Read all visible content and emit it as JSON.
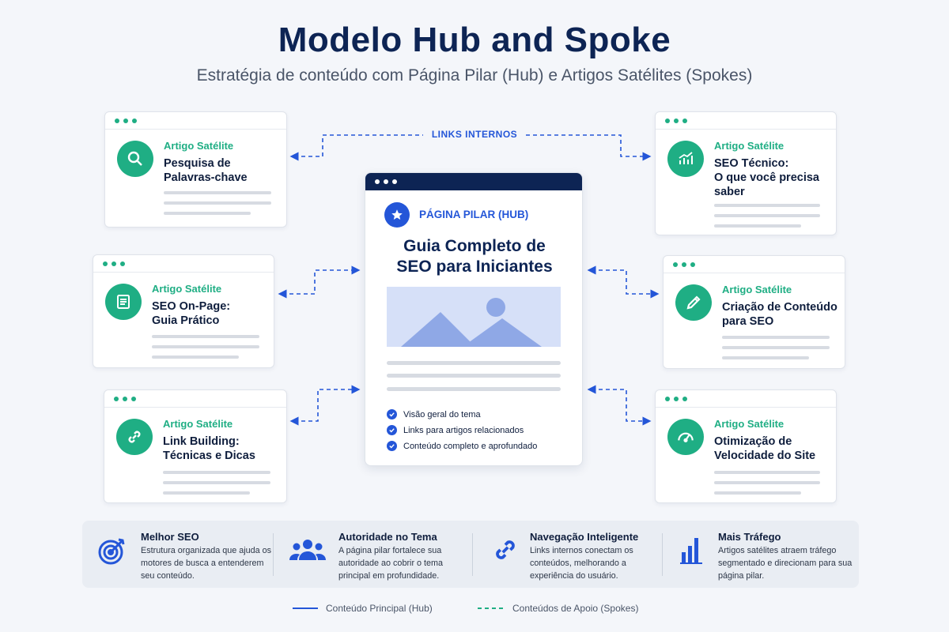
{
  "header": {
    "title": "Modelo Hub and Spoke",
    "subtitle": "Estratégia de conteúdo com Página Pilar (Hub) e Artigos Satélites (Spokes)"
  },
  "connector_label": "LINKS INTERNOS",
  "hub": {
    "tag": "PÁGINA PILAR (HUB)",
    "title_line1": "Guia Completo de",
    "title_line2": "SEO para Iniciantes",
    "checklist": [
      "Visão geral do tema",
      "Links para artigos relacionados",
      "Conteúdo completo e aprofundado"
    ]
  },
  "satellites": [
    {
      "tag": "Artigo Satélite",
      "line1": "Pesquisa de",
      "line2": "Palavras-chave",
      "line3": "",
      "icon": "search-icon"
    },
    {
      "tag": "Artigo Satélite",
      "line1": "SEO On-Page:",
      "line2": "Guia Prático",
      "line3": "",
      "icon": "document-icon"
    },
    {
      "tag": "Artigo Satélite",
      "line1": "Link Building:",
      "line2": "Técnicas e Dicas",
      "line3": "",
      "icon": "link-icon"
    },
    {
      "tag": "Artigo Satélite",
      "line1": "SEO Técnico:",
      "line2": "O que você precisa",
      "line3": "saber",
      "icon": "chart-icon"
    },
    {
      "tag": "Artigo Satélite",
      "line1": "Criação de Conteúdo",
      "line2": "para SEO",
      "line3": "",
      "icon": "pencil-icon"
    },
    {
      "tag": "Artigo Satélite",
      "line1": "Otimização de",
      "line2": "Velocidade do Site",
      "line3": "",
      "icon": "speedometer-icon"
    }
  ],
  "benefits": [
    {
      "title": "Melhor SEO",
      "desc": "Estrutura organizada que ajuda os motores de busca a entenderem seu conteúdo.",
      "icon": "target-icon"
    },
    {
      "title": "Autoridade no Tema",
      "desc": "A página pilar fortalece sua autoridade ao cobrir o tema principal em profundidade.",
      "icon": "users-icon"
    },
    {
      "title": "Navegação Inteligente",
      "desc": "Links internos conectam os conteúdos, melhorando a experiência do usuário.",
      "icon": "link-icon"
    },
    {
      "title": "Mais Tráfego",
      "desc": "Artigos satélites atraem tráfego segmentado e direcionam para sua página pilar.",
      "icon": "bar-chart-icon"
    }
  ],
  "legend": {
    "solid": "Conteúdo Principal (Hub)",
    "dashed": "Conteúdos de Apoio (Spokes)"
  },
  "colors": {
    "navy": "#0d2454",
    "accent_blue": "#2456d8",
    "satellite_green": "#1fae84"
  }
}
